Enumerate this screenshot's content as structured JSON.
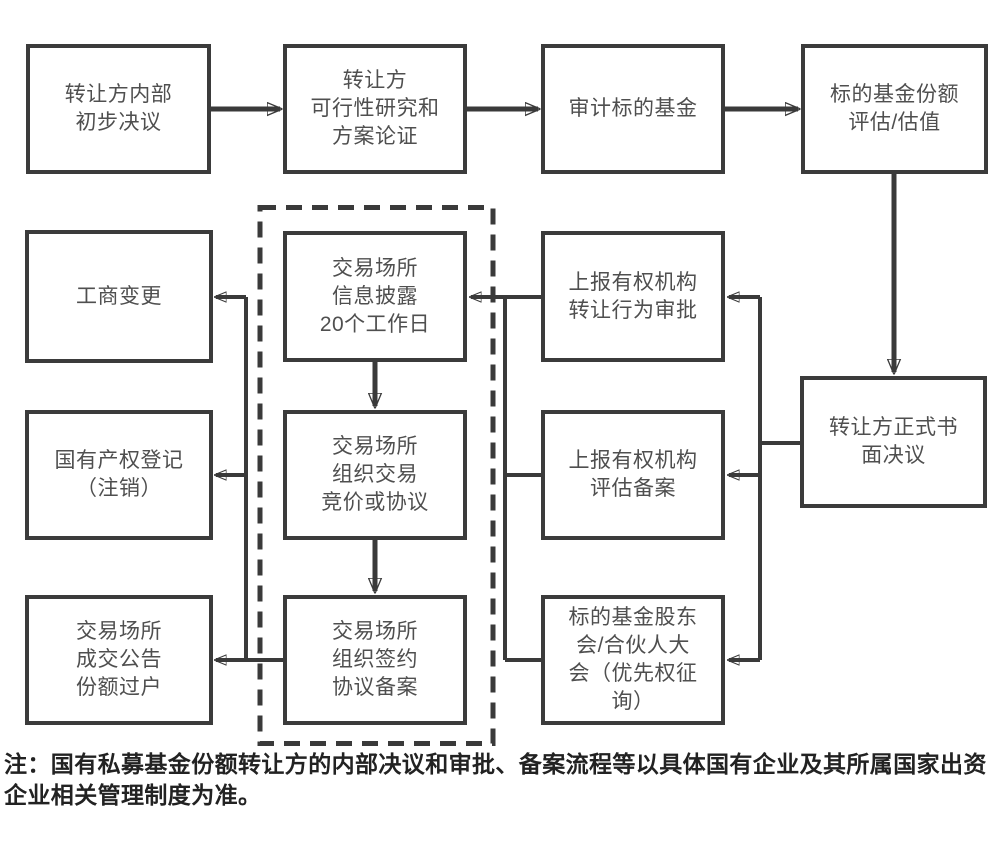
{
  "colors": {
    "background": "#ffffff",
    "box_border": "#3b3b3b",
    "box_text": "#4f4f4f",
    "connector": "#3a3a3a",
    "note_text": "#222222"
  },
  "flowchart": {
    "boxes": {
      "internal_resolution": {
        "label": "转让方内部\n初步决议"
      },
      "feasibility_study": {
        "label": "转让方\n可行性研究和\n方案论证"
      },
      "audit_target_fund": {
        "label": "审计标的基金"
      },
      "share_valuation": {
        "label": "标的基金份额\n评估/估值"
      },
      "formal_resolution": {
        "label": "转让方正式书\n面决议"
      },
      "approval_report": {
        "label": "上报有权机构\n转让行为审批"
      },
      "valuation_filing": {
        "label": "上报有权机构\n评估备案"
      },
      "shareholder_meeting": {
        "label": "标的基金股东\n会/合伙人大\n会（优先权征\n询）"
      },
      "info_disclosure": {
        "label": "交易场所\n信息披露\n20个工作日"
      },
      "organize_trading": {
        "label": "交易场所\n组织交易\n竞价或协议"
      },
      "sign_filing": {
        "label": "交易场所\n组织签约\n协议备案"
      },
      "business_change": {
        "label": "工商变更"
      },
      "state_property_registration": {
        "label": "国有产权登记\n（注销）"
      },
      "deal_announcement": {
        "label": "交易场所\n成交公告\n份额过户"
      }
    }
  },
  "note": "注：国有私募基金份额转让方的内部决议和审批、备案流程等以具体国有企业及其所属国家出资企业相关管理制度为准。"
}
